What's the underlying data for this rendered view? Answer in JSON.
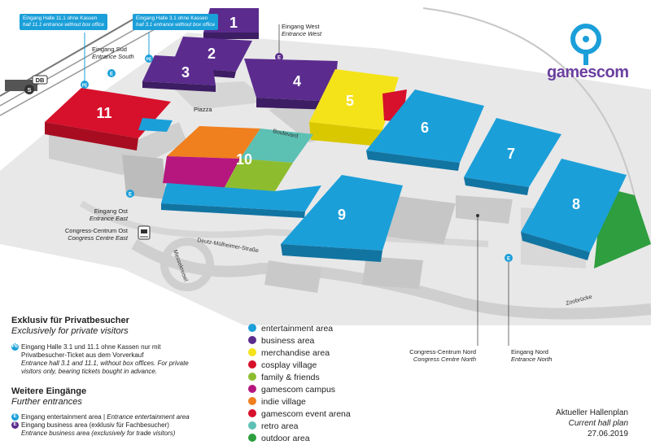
{
  "halls": [
    {
      "num": "1",
      "color": "#5b2c8e"
    },
    {
      "num": "2",
      "color": "#5b2c8e"
    },
    {
      "num": "3",
      "color": "#5b2c8e"
    },
    {
      "num": "4",
      "color": "#5b2c8e"
    },
    {
      "num": "5",
      "color": "#f5e31a"
    },
    {
      "num": "6",
      "color": "#1b9fd9"
    },
    {
      "num": "7",
      "color": "#1b9fd9"
    },
    {
      "num": "8",
      "color": "#1b9fd9"
    },
    {
      "num": "9",
      "color": "#1b9fd9"
    },
    {
      "num": "10",
      "color": "#f39200"
    },
    {
      "num": "11",
      "color": "#d7102b"
    }
  ],
  "places": {
    "piazza": "Piazza",
    "boulevard": "Boulevard",
    "deutz": "Deutz-Mülheimer-Straße",
    "messekreisel": "Messekreisel",
    "zoobruecke": "Zoobrücke",
    "db": "DB",
    "s": "S"
  },
  "entrances": {
    "sued_de": "Eingang Süd",
    "sued_en": "Entrance South",
    "west_de": "Eingang West",
    "west_en": "Entrance West",
    "ost_de": "Eingang Ost",
    "ost_en": "Entrance East",
    "cc_ost_de": "Congress-Centrum Ost",
    "cc_ost_en": "Congress Centre East",
    "cc_nord_de": "Congress-Centrum Nord",
    "cc_nord_en": "Congress Centre North",
    "nord_de": "Eingang Nord",
    "nord_en": "Entrance North"
  },
  "callouts": {
    "c11_de": "Eingang Halle 11.1 ohne Kassen",
    "c11_en": "hall 11.1 entrance without box office",
    "c3_de": "Eingang Halle 3.1 ohne Kassen",
    "c3_en": "hall 3.1 entrance without box office"
  },
  "badges": {
    "pe": "PE",
    "e": "E"
  },
  "brand": {
    "name": "gamescom",
    "purple": "#6b3fa0",
    "blue": "#1b9fd9"
  },
  "info": {
    "private_de": "Exklusiv für Privatbesucher",
    "private_en": "Exclusively for private visitors",
    "pe_de1": "Eingang Halle 3.1 und 11.1 ohne Kassen nur mit",
    "pe_de2": "Privatbesucher-Ticket aus dem Vorverkauf",
    "pe_en1": "Entrance hall 3.1 and 11.1, without box offices. For private",
    "pe_en2": "visitors only, bearing tickets bought in advance.",
    "further_de": "Weitere Eingänge",
    "further_en": "Further entrances",
    "e_ent_de": "Eingang entertainment area | ",
    "e_ent_en": "Entrance entertainment area",
    "e_bus_de": "Eingang business area (exklusiv für Fachbesucher)",
    "e_bus_en": "Entrance business area (exclusively for trade visitors)"
  },
  "legend": [
    {
      "label": "entertainment area",
      "color": "#1b9fd9"
    },
    {
      "label": "business area",
      "color": "#5b2c8e"
    },
    {
      "label": "merchandise area",
      "color": "#f5e31a"
    },
    {
      "label": "cosplay village",
      "color": "#d7102b"
    },
    {
      "label": "family & friends",
      "color": "#8dbd2f"
    },
    {
      "label": "gamescom campus",
      "color": "#b5177f"
    },
    {
      "label": "indie village",
      "color": "#f07f1e"
    },
    {
      "label": "gamescom event arena",
      "color": "#d7102b"
    },
    {
      "label": "retro area",
      "color": "#5cc0b3"
    },
    {
      "label": "outdoor area",
      "color": "#2e9e3e"
    }
  ],
  "plan": {
    "de": "Aktueller Hallenplan",
    "en": "Current hall plan",
    "date": "27.06.2019"
  }
}
